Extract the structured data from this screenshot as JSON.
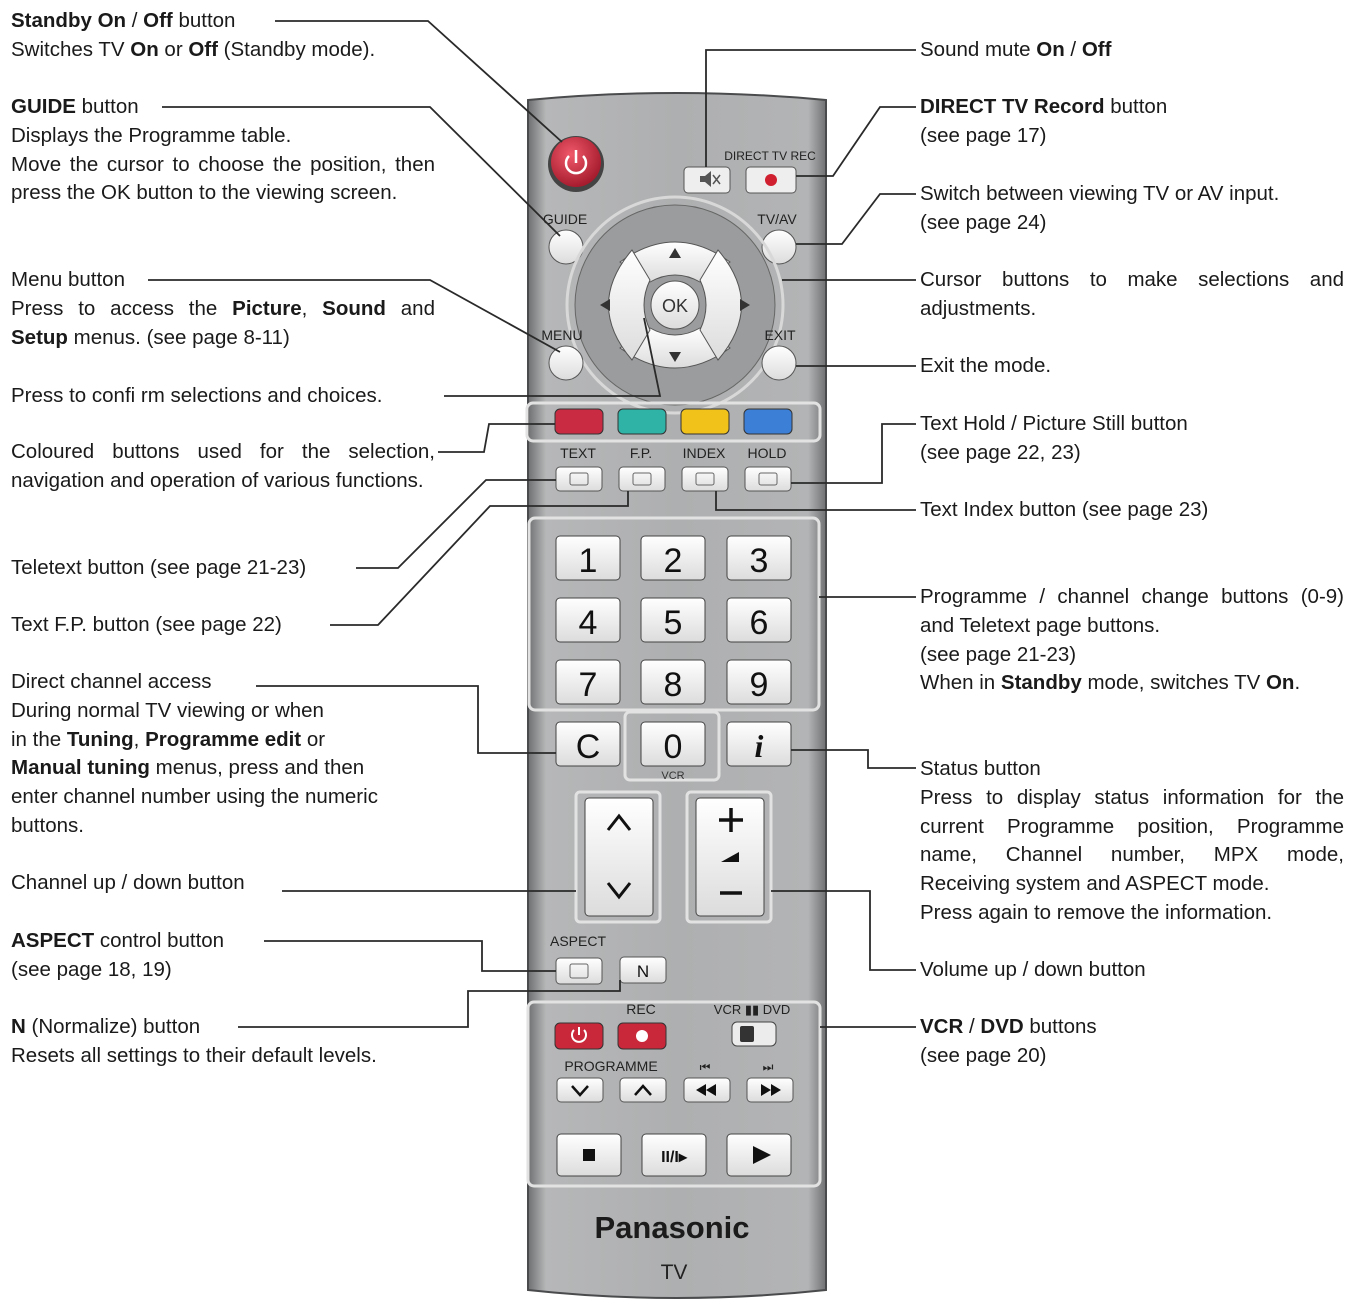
{
  "colors": {
    "remote_body": "#a9aaab",
    "remote_edge": "#5e5f60",
    "standby_red": "#c8283a",
    "red_key": "#c92b43",
    "green_key": "#2fb3a6",
    "yellow_key": "#f0c21a",
    "blue_key": "#3c7fd6",
    "leader_line": "#2a2a2a"
  },
  "remote": {
    "label_direct_tv_rec": "DIRECT TV REC",
    "label_guide": "GUIDE",
    "label_tvav": "TV/AV",
    "label_menu": "MENU",
    "label_exit": "EXIT",
    "label_ok": "OK",
    "label_text": "TEXT",
    "label_fp": "F.P.",
    "label_index": "INDEX",
    "label_hold": "HOLD",
    "keys": [
      "1",
      "2",
      "3",
      "4",
      "5",
      "6",
      "7",
      "8",
      "9"
    ],
    "key_c": "C",
    "key_0": "0",
    "key_i": "i",
    "label_vcr": "VCR",
    "label_aspect": "ASPECT",
    "key_n": "N",
    "label_rec": "REC",
    "label_vcr_dvd": "VCR ▮▮ DVD",
    "label_programme": "PROGRAMME",
    "brand": "Panasonic",
    "model": "TV",
    "icon_names": [
      "power-icon",
      "mute-icon",
      "record-icon",
      "arrow-up-icon",
      "arrow-down-icon",
      "arrow-left-icon",
      "arrow-right-icon",
      "stop-icon",
      "pause-icon",
      "play-icon",
      "rewind-icon",
      "fast-forward-icon"
    ]
  },
  "annotations": {
    "standby": {
      "t1": "Standby On",
      "t2": " / ",
      "t3": "Off",
      "t4": " button",
      "l2a": "Switches TV ",
      "l2b": "On",
      "l2c": " or ",
      "l2d": "Off",
      "l2e": " (Standby mode)."
    },
    "guide": {
      "t1": "GUIDE",
      "t2": " button",
      "l2": "Displays the Programme table.",
      "l3": "Move the cursor to choose the position, then press the OK button to the viewing screen."
    },
    "menu": {
      "t1": "Menu button",
      "l2a": "Press to access the ",
      "l2b": "Picture",
      "l2c": ", ",
      "l2d": "Sound",
      "l2e": " and ",
      "l2f": "Setup",
      "l2g": " menus. (see page 8-11)"
    },
    "ok": "Press to confi rm selections and choices.",
    "coloured": "Coloured buttons used for the selection, navigation and operation of various functions.",
    "teletext": "Teletext button (see page 21-23)",
    "textfp": "Text F.P. button (see page 22)",
    "direct": {
      "t1": "Direct channel access",
      "l2": "During normal TV viewing or when",
      "l3a": "in the ",
      "l3b": "Tuning",
      "l3c": ", ",
      "l3d": "Programme edit",
      "l3e": " or",
      "l4a": "Manual tuning",
      "l4b": " menus, press and then",
      "l5": "enter channel number using the numeric",
      "l6": "buttons."
    },
    "channel": "Channel up / down button",
    "aspect": {
      "t1": "ASPECT",
      "t2": " control button",
      "l2": "(see page 18, 19)"
    },
    "normalize": {
      "t1": "N",
      "t2": " (Normalize) button",
      "l2": "Resets all settings to their default levels."
    },
    "mute": {
      "a": "Sound mute ",
      "b": "On",
      "c": " / ",
      "d": "Off"
    },
    "directrec": {
      "t1": "DIRECT TV Record",
      "t2": " button",
      "l2": "(see page 17)"
    },
    "tvav": {
      "l1": "Switch between viewing TV or AV input.",
      "l2": "(see page 24)"
    },
    "cursor": "Cursor buttons to make selections and adjustments.",
    "exit": "Exit the mode.",
    "hold": {
      "l1": "Text Hold / Picture Still button",
      "l2": "(see page  22, 23)"
    },
    "index": "Text Index button (see page 23)",
    "programme": {
      "l1": "Programme / channel change buttons (0-9) and Teletext page buttons.",
      "l2": "(see page 21-23)",
      "l3a": "When in ",
      "l3b": "Standby",
      "l3c": " mode, switches TV ",
      "l3d": "On",
      "l3e": "."
    },
    "status": {
      "t1": "Status button",
      "l2": "Press to display status information for the current Programme position, Programme name, Channel number, MPX mode, Receiving system and ASPECT mode.",
      "l3": "Press again to remove the information."
    },
    "volume": "Volume up / down button",
    "vcrdvd": {
      "t1": "VCR",
      "t2": " / ",
      "t3": "DVD",
      "t4": " buttons",
      "l2": "(see page 20)"
    }
  }
}
